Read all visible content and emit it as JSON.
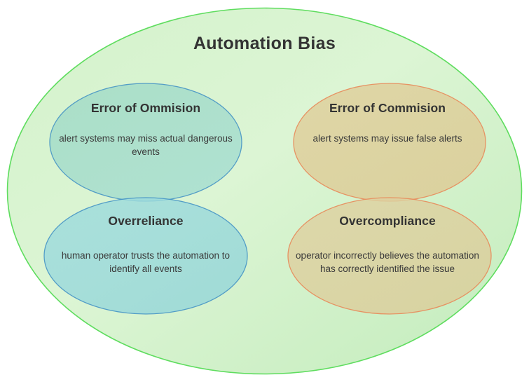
{
  "diagram": {
    "type": "venn-nested-ellipses",
    "background_color": "#ffffff",
    "outer": {
      "label": "Automation Bias",
      "fill_start": "#d8f3d0",
      "fill_end": "#c8eec0",
      "stroke": "#5fdd5f"
    },
    "nodes": [
      {
        "id": "error-of-ommision",
        "title": "Error of Ommision",
        "body": "alert systems may miss actual dangerous events",
        "fill": "#a8ddc9",
        "stroke": "#3f8fc4",
        "position": "upper-left"
      },
      {
        "id": "error-of-commision",
        "title": "Error of Commision",
        "body": "alert systems may issue false alerts",
        "fill": "#ddd1a0",
        "stroke": "#e8895a",
        "position": "upper-right"
      },
      {
        "id": "overreliance",
        "title": "Overreliance",
        "body": "human operator trusts the automation to identify all events",
        "fill": "#9ad9da",
        "stroke": "#3f8fc4",
        "position": "lower-left"
      },
      {
        "id": "overcompliance",
        "title": "Overcompliance",
        "body": "operator incorrectly believes the automation has correctly identified the issue",
        "fill": "#ddd1a0",
        "stroke": "#e8895a",
        "position": "lower-right"
      }
    ],
    "text_color": "#333333"
  }
}
